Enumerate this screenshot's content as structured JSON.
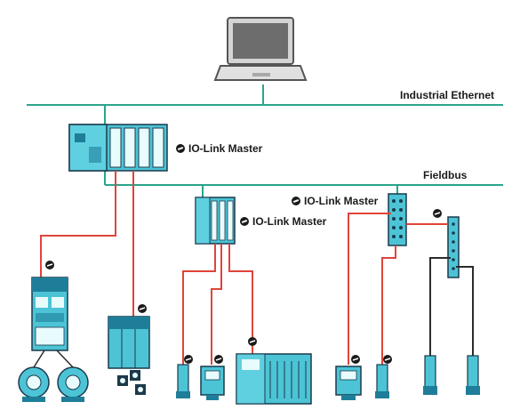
{
  "networks": {
    "ethernet_label": "Industrial Ethernet",
    "fieldbus_label": "Fieldbus"
  },
  "masters": {
    "plc_label": "IO-Link Master",
    "remote_io_label": "IO-Link Master",
    "ip67_block_label": "IO-Link Master"
  },
  "icons": {
    "laptop": "laptop-icon",
    "plc": "plc-rack-icon",
    "remote_io": "remote-io-icon",
    "ip67_block": "ip67-io-block-icon",
    "io_link": "io-link-icon",
    "motor": "motor-icon",
    "sensor": "proximity-sensor-icon",
    "display_device": "display-device-icon"
  },
  "colors": {
    "network_line": "#2aa58a",
    "io_link_wire": "#e0443a",
    "device_fill": "#4cc4d6",
    "device_dark": "#1e7e99",
    "device_outline": "#1b3a4b",
    "laptop_body": "#c9c9c9",
    "text": "#1b1b1b"
  }
}
